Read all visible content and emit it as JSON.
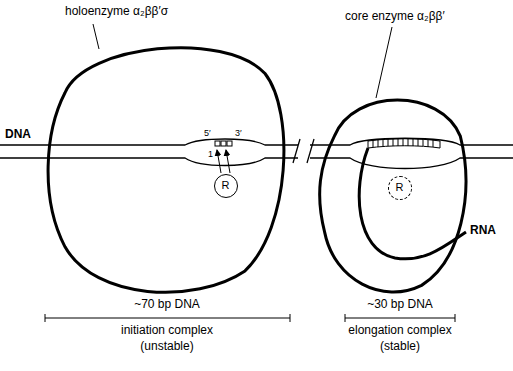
{
  "diagram": {
    "nodes": [
      {
        "text": [
          "holoenzyme α₂ββ′σ"
        ]
      },
      {
        "text": [
          "R"
        ],
        "in": 0
      },
      {
        "text": [
          "core enzyme α₂ββ′"
        ]
      },
      {
        "text": [
          "R"
        ],
        "in": 2
      }
    ],
    "labels": [
      "DNA",
      "5′",
      "1",
      "3′",
      "RNA",
      "~70 bp DNA",
      "initiation complex",
      "(unstable)",
      "~30 bp DNA",
      "elongation complex",
      "(stable)"
    ]
  }
}
